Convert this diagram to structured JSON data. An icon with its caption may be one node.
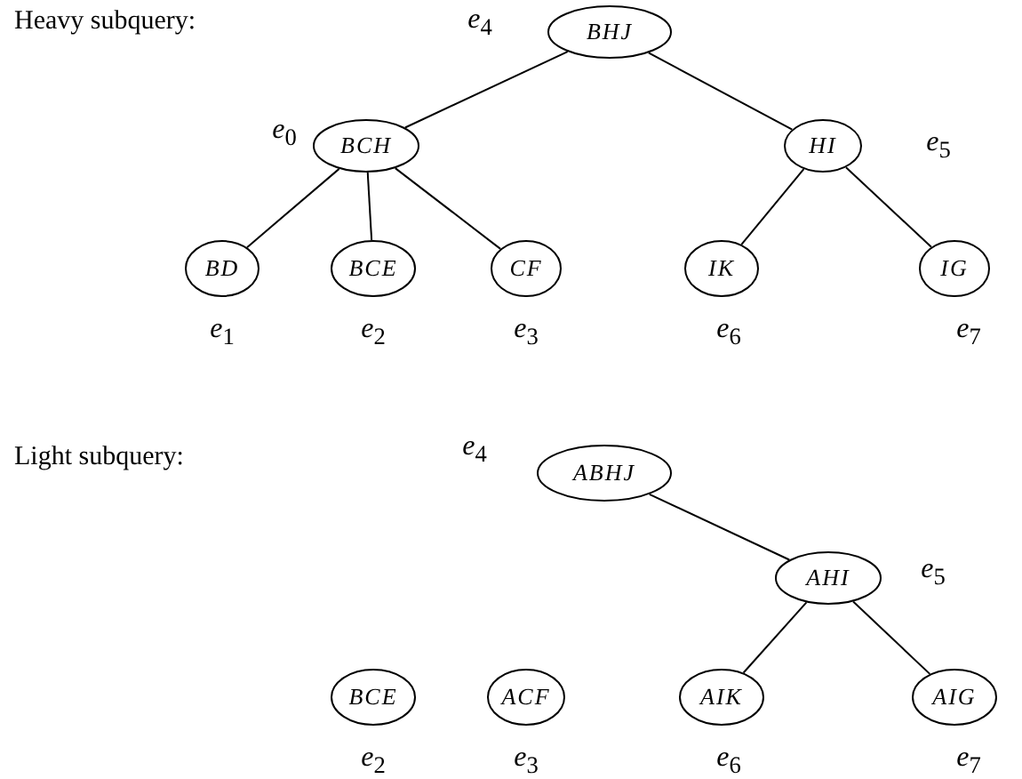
{
  "diagram": {
    "nodes": [
      {
        "text": [
          "BHJ"
        ],
        "beside": [
          "*e*$_{4}$"
        ]
      },
      {
        "text": [
          "BCH"
        ],
        "beside": [
          "*e*$_{0}$"
        ]
      },
      {
        "text": [
          "HI"
        ],
        "beside": [
          "*e*$_{5}$"
        ]
      },
      {
        "text": [
          "BD"
        ],
        "beside": [
          "*e*$_{1}$"
        ]
      },
      {
        "text": [
          "BCE"
        ],
        "beside": [
          "*e*$_{2}$"
        ]
      },
      {
        "text": [
          "CF"
        ],
        "beside": [
          "*e*$_{3}$"
        ]
      },
      {
        "text": [
          "IK"
        ],
        "beside": [
          "*e*$_{6}$"
        ]
      },
      {
        "text": [
          "IG"
        ],
        "beside": [
          "*e*$_{7}$"
        ]
      },
      {
        "text": [
          "ABHJ"
        ],
        "beside": [
          "*e*$_{4}$"
        ]
      },
      {
        "text": [
          "AHI"
        ],
        "beside": [
          "*e*$_{5}$"
        ]
      },
      {
        "text": [
          "BCE"
        ],
        "beside": [
          "*e*$_{2}$"
        ]
      },
      {
        "text": [
          "ACF"
        ],
        "beside": [
          "*e*$_{3}$"
        ]
      },
      {
        "text": [
          "AIK"
        ],
        "beside": [
          "*e*$_{6}$"
        ]
      },
      {
        "text": [
          "AIG"
        ],
        "beside": [
          "*e*$_{7}$"
        ]
      }
    ],
    "edges": [
      {
        "from": 0,
        "to": 1,
        "arrow": "none"
      },
      {
        "from": 0,
        "to": 2,
        "arrow": "none"
      },
      {
        "from": 1,
        "to": 3,
        "arrow": "none"
      },
      {
        "from": 1,
        "to": 4,
        "arrow": "none"
      },
      {
        "from": 1,
        "to": 5,
        "arrow": "none"
      },
      {
        "from": 2,
        "to": 6,
        "arrow": "none"
      },
      {
        "from": 2,
        "to": 7,
        "arrow": "none"
      },
      {
        "from": 8,
        "to": 9,
        "arrow": "none"
      },
      {
        "from": 9,
        "to": 12,
        "arrow": "none"
      },
      {
        "from": 9,
        "to": 13,
        "arrow": "none"
      }
    ],
    "labels": [
      "Heavy subquery:",
      "Light subquery:"
    ]
  }
}
